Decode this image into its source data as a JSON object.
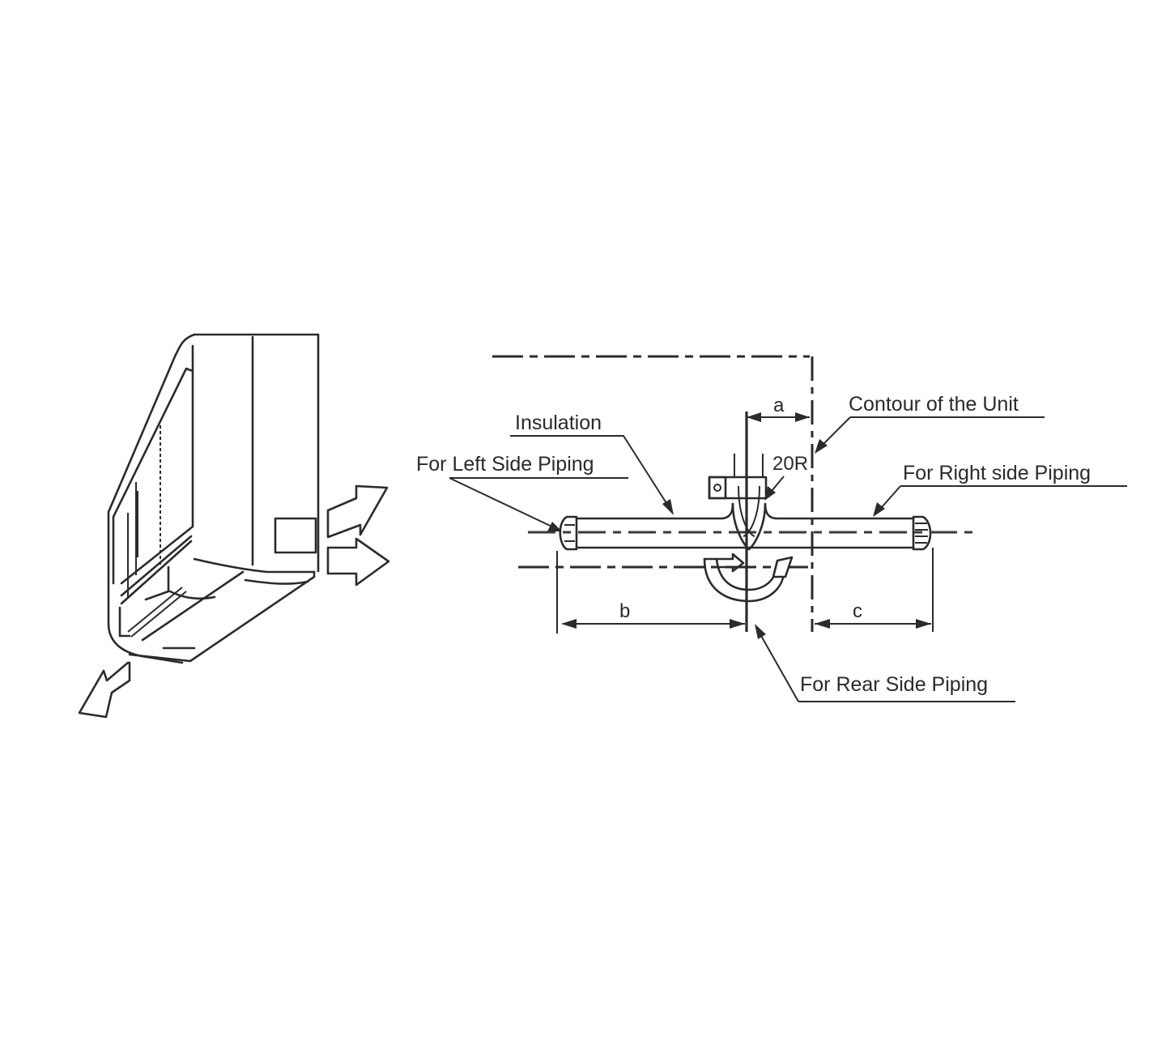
{
  "diagram": {
    "unit_illustration": {
      "label": "Indoor unit isometric view with piping direction arrows",
      "arrows": [
        "right-upper-arrow",
        "right-arrow",
        "down-left-arrow"
      ]
    },
    "piping_diagram": {
      "labels": {
        "insulation": "Insulation",
        "left_side_piping": "For  Left Side Piping",
        "contour_of_unit": "Contour of the Unit",
        "right_side_piping": "For Right  side Piping",
        "rear_side_piping": "For Rear Side Piping",
        "bend_radius": "20R"
      },
      "dimensions": {
        "a": "a",
        "b": "b",
        "c": "c"
      }
    },
    "colors": {
      "line": "#2b2b2b",
      "background": "#ffffff"
    }
  }
}
